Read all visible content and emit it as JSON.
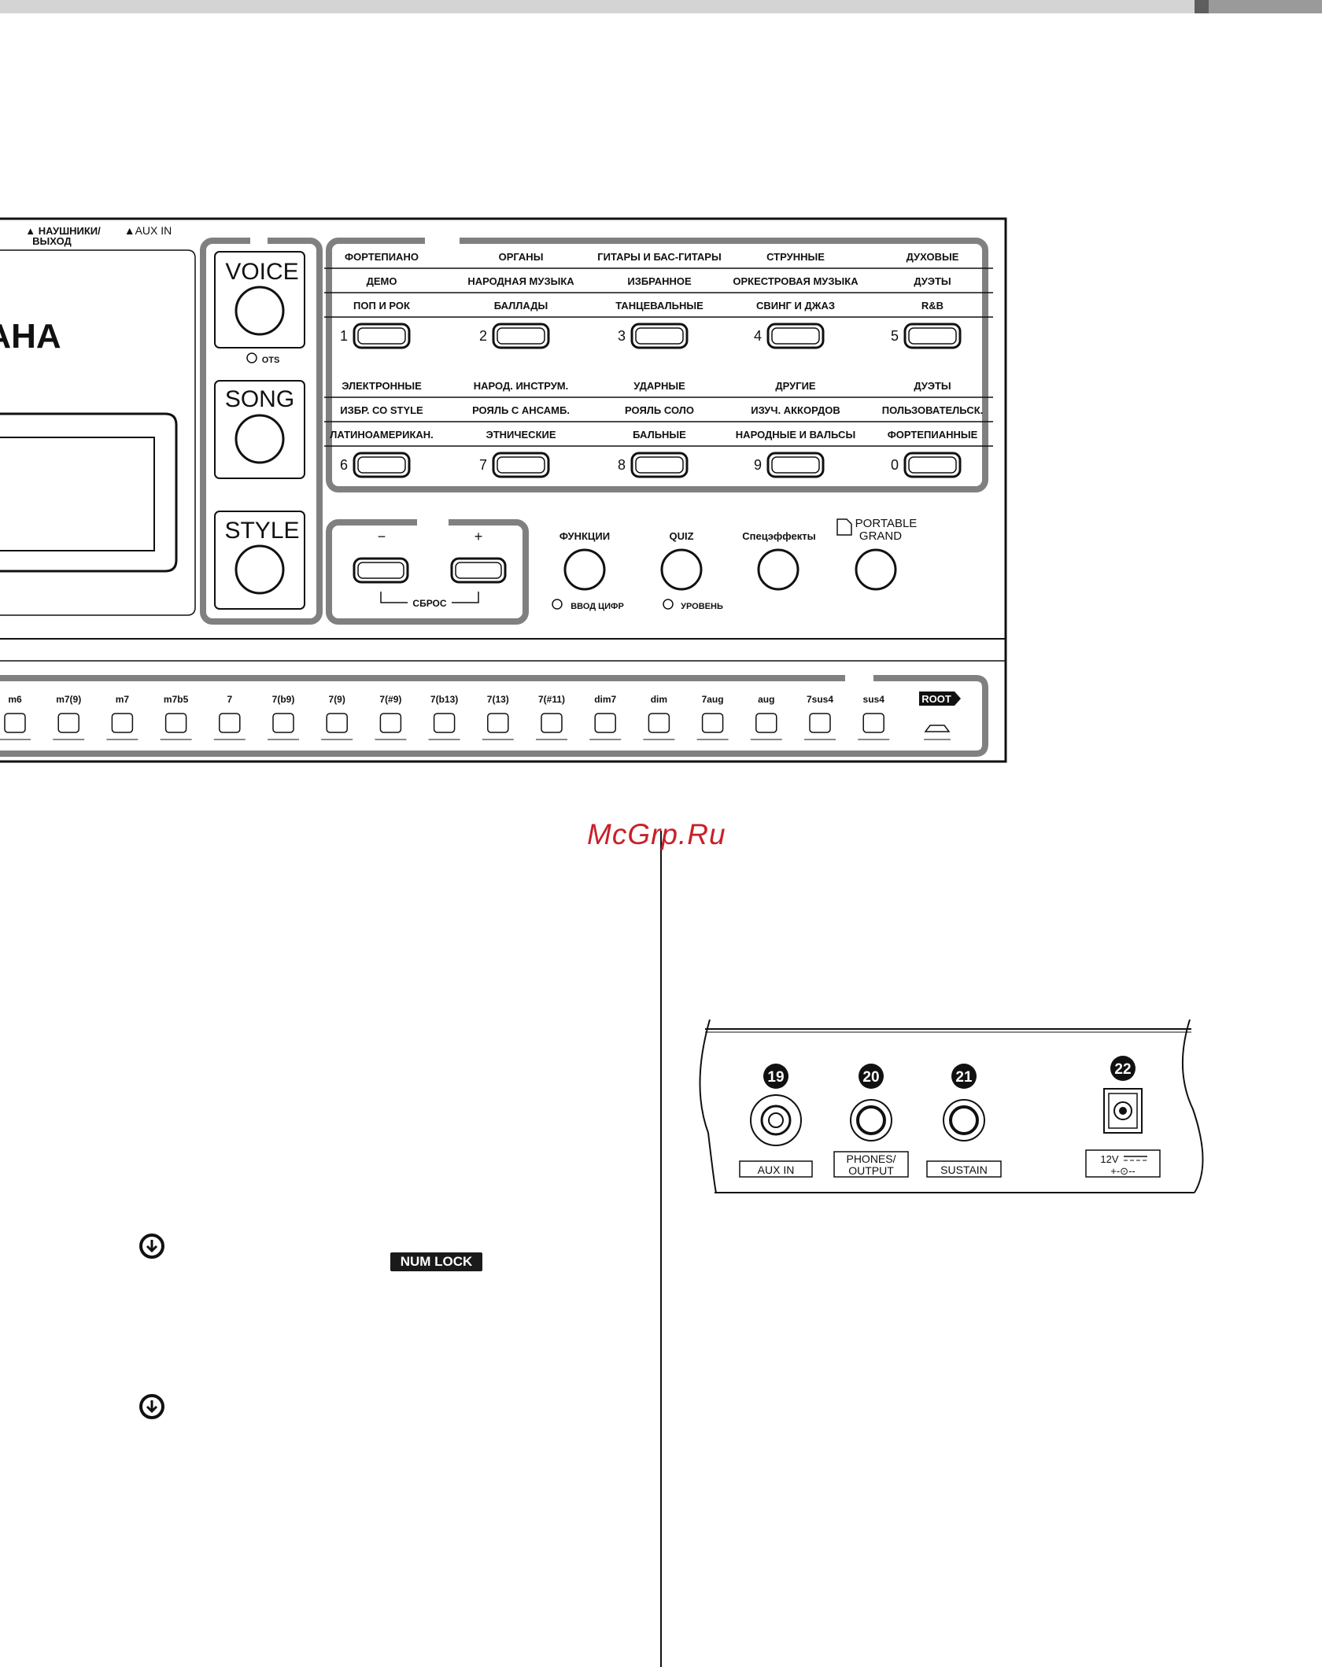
{
  "panel": {
    "brand_partial": "AHA",
    "jack_labels": {
      "headphones": "▲ НАУШНИКИ/",
      "headphones_2": "ВЫХОД",
      "aux_in": "▲AUX IN"
    },
    "mode_buttons": [
      {
        "label": "VOICE",
        "sub": "OTS"
      },
      {
        "label": "SONG",
        "sub": ""
      },
      {
        "label": "STYLE",
        "sub": ""
      }
    ],
    "voice_rows_top": {
      "row1": [
        "ФОРТЕПИАНО",
        "ОРГАНЫ",
        "ГИТАРЫ И БАС-ГИТАРЫ",
        "СТРУННЫЕ",
        "ДУХОВЫЕ"
      ],
      "row2": [
        "ДЕМО",
        "НАРОДНАЯ МУЗЫКА",
        "ИЗБРАННОЕ",
        "ОРКЕСТРОВАЯ МУЗЫКА",
        "ДУЭТЫ"
      ],
      "row3": [
        "ПОП И РОК",
        "БАЛЛАДЫ",
        "ТАНЦЕВАЛЬНЫЕ",
        "СВИНГ И ДЖАЗ",
        "R&B"
      ],
      "numbers": [
        "1",
        "2",
        "3",
        "4",
        "5"
      ]
    },
    "voice_rows_bottom": {
      "row1": [
        "ЭЛЕКТРОННЫЕ",
        "НАРОД. ИНСТРУМ.",
        "УДАРНЫЕ",
        "ДРУГИЕ",
        "ДУЭТЫ"
      ],
      "row2": [
        "ИЗБР. СО STYLE",
        "РОЯЛЬ С АНСАМБ.",
        "РОЯЛЬ СОЛО",
        "ИЗУЧ. АККОРДОВ",
        "ПОЛЬЗОВАТЕЛЬСК."
      ],
      "row3": [
        "ЛАТИНОАМЕРИКАН.",
        "ЭТНИЧЕСКИЕ",
        "БАЛЬНЫЕ",
        "НАРОДНЫЕ И ВАЛЬСЫ",
        "ФОРТЕПИАННЫЕ"
      ],
      "numbers": [
        "6",
        "7",
        "8",
        "9",
        "0"
      ]
    },
    "minus": "−",
    "plus": "+",
    "reset": "СБРОС",
    "function_buttons": [
      {
        "label": "ФУНКЦИИ",
        "sub": "ВВОД ЦИФР"
      },
      {
        "label": "QUIZ",
        "sub": "УРОВЕНЬ"
      },
      {
        "label": "Спецэффекты",
        "sub": ""
      }
    ],
    "portable_grand": [
      "PORTABLE",
      "GRAND"
    ],
    "chords": [
      "m6",
      "m7(9)",
      "m7",
      "m7b5",
      "7",
      "7(b9)",
      "7(9)",
      "7(#9)",
      "7(b13)",
      "7(13)",
      "7(#11)",
      "dim7",
      "dim",
      "7aug",
      "aug",
      "7sus4",
      "sus4"
    ],
    "root": "ROOT"
  },
  "watermark": "McGrp.Ru",
  "num_lock": "NUM LOCK",
  "rear_panel": {
    "jacks": [
      {
        "number": "19",
        "label": "AUX  IN"
      },
      {
        "number": "20",
        "label": "PHONES/",
        "label_2": "OUTPUT"
      },
      {
        "number": "21",
        "label": "SUSTAIN"
      },
      {
        "number": "22",
        "label": "12V",
        "label_2": "+-⊙--"
      }
    ]
  }
}
